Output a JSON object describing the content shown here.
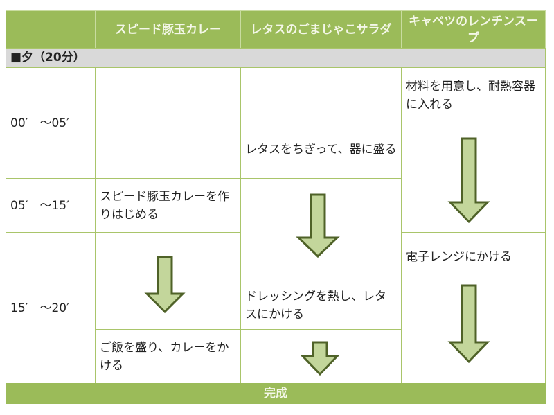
{
  "header": {
    "col0": "",
    "col1": "スピード豚玉カレー",
    "col2": "レタスのごまじゃこサラダ",
    "col3": "キャベツのレンチンスープ"
  },
  "section": "■夕（20分）",
  "times": [
    "00′　～05′",
    "05′　～15′",
    "15′　～20′"
  ],
  "curry": {
    "step1": "スピード豚玉カレーを作りはじめる",
    "step2": "ご飯を盛り、カレーをかける"
  },
  "salad": {
    "step1": "レタスをちぎって、器に盛る",
    "step2": "ドレッシングを熱し、レタスにかける"
  },
  "soup": {
    "step1": "材料を用意し、耐熱容器に入れる",
    "step2": "電子レンジにかける"
  },
  "footer": "完成",
  "colors": {
    "header": "#9bbb59",
    "arrow_fill": "#c3d69b",
    "arrow_stroke": "#4f6228",
    "section": "#d9d9d9"
  }
}
